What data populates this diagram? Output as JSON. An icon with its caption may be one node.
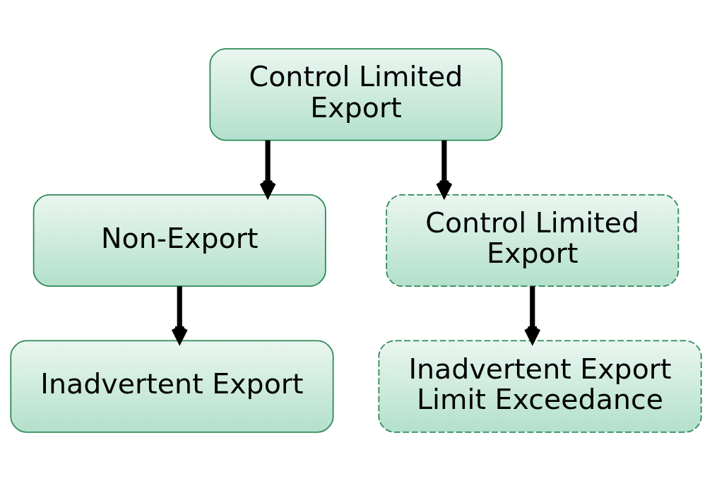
{
  "diagram": {
    "nodes": [
      {
        "text": [
          "Control Limited Export"
        ]
      },
      {
        "text": [
          "Non-Export"
        ]
      },
      {
        "text": [
          "Control Limited Export"
        ]
      },
      {
        "text": [
          "Inadvertent Export"
        ]
      },
      {
        "text": [
          "Inadvertent Export Limit Exceedance"
        ]
      }
    ],
    "edges": [
      {
        "from": 0,
        "to": 1,
        "arrow": "to"
      },
      {
        "from": 0,
        "to": 2,
        "arrow": "to"
      },
      {
        "from": 1,
        "to": 3,
        "arrow": "to"
      },
      {
        "from": 2,
        "to": 4,
        "arrow": "to"
      }
    ]
  }
}
